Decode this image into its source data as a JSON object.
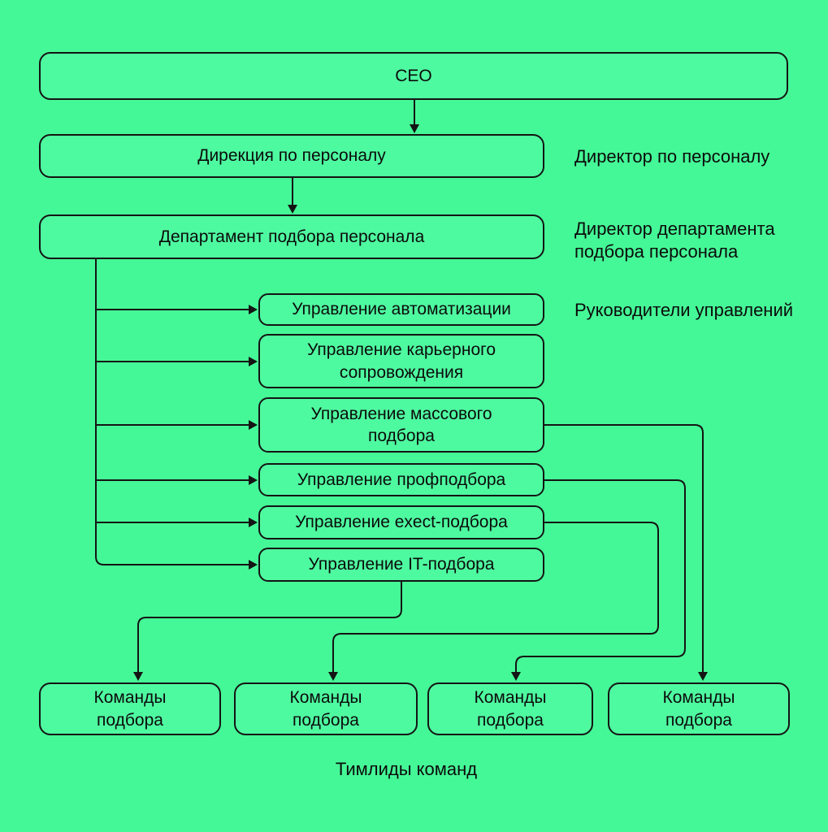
{
  "colors": {
    "background": "#45F897",
    "node_fill": "#4EFAA0",
    "line": "#141414",
    "text": "#0B0B0B"
  },
  "nodes": {
    "ceo": "CEO",
    "direction": "Дирекция по персоналу",
    "department": "Департамент подбора персонала",
    "unit_automation": "Управление автоматизации",
    "unit_career": "Управление карьерного\nсопровождения",
    "unit_mass": "Управление массового\nподбора",
    "unit_prof": "Управление профподбора",
    "unit_exect": "Управление exect-подбора",
    "unit_it": "Управление IT-подбора",
    "team1": "Команды\nподбора",
    "team2": "Команды\nподбора",
    "team3": "Команды\nподбора",
    "team4": "Команды\nподбора"
  },
  "side_labels": {
    "direction_head": "Директор по персоналу",
    "department_head": "Директор департамента\nподбора персонала",
    "unit_heads": "Руководители управлений",
    "team_leads": "Тимлиды команд"
  }
}
